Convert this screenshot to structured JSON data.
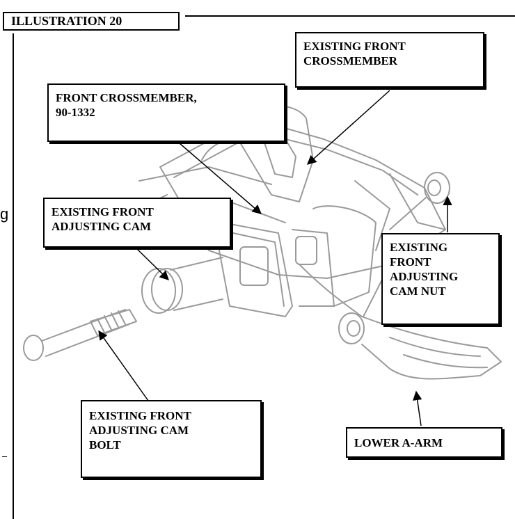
{
  "title": "ILLUSTRATION 20",
  "edge_fragment_left": "g",
  "callouts": {
    "existing_front_crossmember": "EXISTING FRONT\nCROSSMEMBER",
    "front_crossmember_part": "FRONT CROSSMEMBER,\n90-1332",
    "existing_front_adjusting_cam": "EXISTING FRONT\nADJUSTING CAM",
    "existing_front_adjusting_cam_nut": "EXISTING\nFRONT\nADJUSTING\nCAM NUT",
    "existing_front_adjusting_cam_bolt": "EXISTING FRONT\nADJUSTING CAM\nBOLT",
    "lower_a_arm": "LOWER A-ARM"
  }
}
